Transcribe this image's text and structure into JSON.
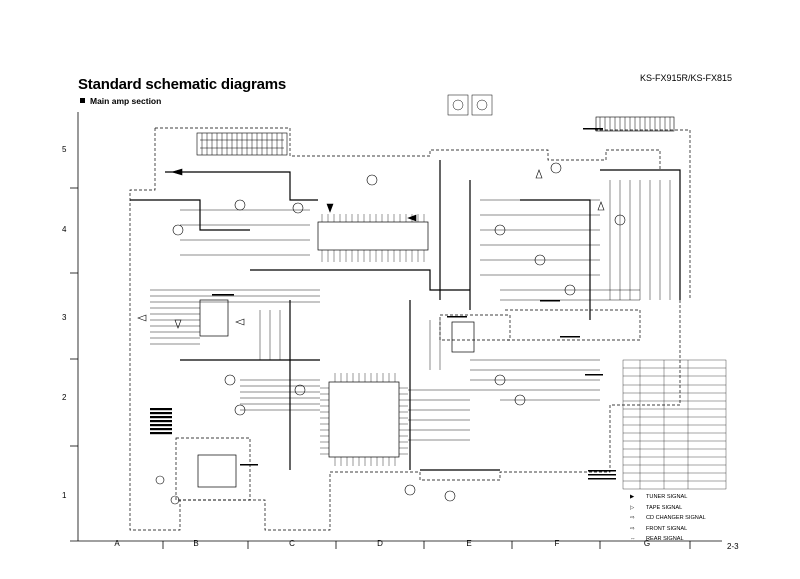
{
  "header": {
    "title": "Standard schematic diagrams",
    "section": "Main amp section",
    "model": "KS-FX915R/KS-FX815"
  },
  "grid": {
    "columns": [
      "A",
      "B",
      "C",
      "D",
      "E",
      "F",
      "G"
    ],
    "rows": [
      "5",
      "4",
      "3",
      "2",
      "1"
    ]
  },
  "legend": [
    {
      "label": "TUNER SIGNAL",
      "icon": "solid-arrow-icon"
    },
    {
      "label": "TAPE SIGNAL",
      "icon": "hollow-arrow-icon"
    },
    {
      "label": "CD CHANGER SIGNAL",
      "icon": "dotted-arrow-icon"
    },
    {
      "label": "FRONT SIGNAL",
      "icon": "dashed-arrow-icon"
    },
    {
      "label": "REAR SIGNAL",
      "icon": "double-arrow-icon"
    }
  ],
  "footer": {
    "page_number": "2-3"
  }
}
